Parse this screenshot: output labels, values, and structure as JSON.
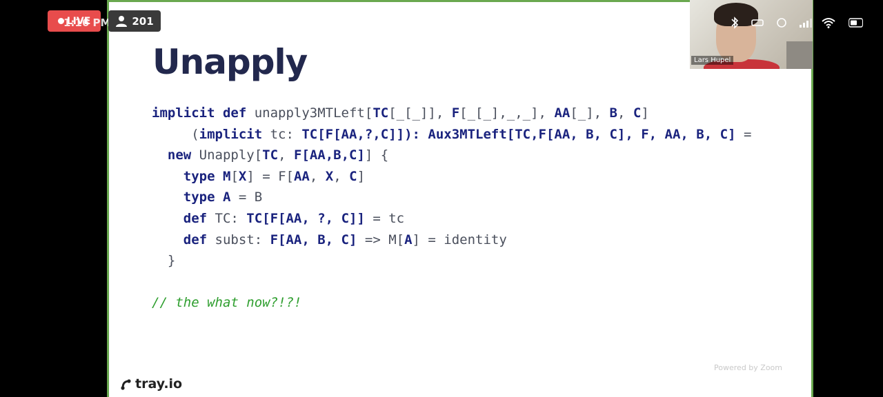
{
  "status_bar": {
    "live_label": "LIVE",
    "clock": "1:16 PM",
    "viewer_count": "201"
  },
  "slide": {
    "title": "Unapply",
    "code": {
      "l1": {
        "k1": "implicit def",
        "t1": " unapply3MTLeft[",
        "b1": "TC",
        "t2": "[_[_]], ",
        "b2": "F",
        "t3": "[_[_],_,_], ",
        "b3": "AA",
        "t4": "[_], ",
        "b4": "B",
        "t5": ", ",
        "b5": "C",
        "t6": "]"
      },
      "l2": {
        "t0": "     (",
        "k1": "implicit",
        "t1": " tc: ",
        "b1": "TC[F[AA,?,C]]): Aux3MTLeft[TC,F[AA, B, C], F, AA, B, C]",
        "t2": " ="
      },
      "l3": {
        "t0": "  ",
        "k1": "new",
        "t1": " Unapply[",
        "b1": "TC",
        "t2": ", ",
        "b2": "F[AA,B,C]",
        "t3": "] {"
      },
      "l4": {
        "t0": "    ",
        "k1": "type",
        "t1": " ",
        "b1": "M",
        "t2": "[",
        "b2": "X",
        "t3": "] = F[",
        "b3": "AA",
        "t4": ", ",
        "b4": "X",
        "t5": ", ",
        "b5": "C",
        "t6": "]"
      },
      "l5": {
        "t0": "    ",
        "k1": "type",
        "t1": " ",
        "b1": "A",
        "t2": " = B"
      },
      "l6": {
        "t0": "    ",
        "k1": "def",
        "t1": " TC: ",
        "b1": "TC[F[AA, ?, C]]",
        "t2": " = tc"
      },
      "l7": {
        "t0": "    ",
        "k1": "def",
        "t1": " subst: ",
        "b1": "F[AA, B, C]",
        "t2": " => M[",
        "b2": "A",
        "t3": "] = identity"
      },
      "l8": {
        "t0": "  }"
      },
      "l9": {
        "t0": ""
      },
      "l10": {
        "c1": "// the what now?!?!"
      }
    },
    "footer_logo_text": "tray.io",
    "powered_by": "Powered by Zoom"
  },
  "video": {
    "participant_name": "Lars Hupel"
  },
  "colors": {
    "slide_border": "#6aa84f",
    "title": "#22284d",
    "keyword": "#1a237e",
    "comment": "#2e9e2e",
    "live_badge": "#e84c4c"
  }
}
